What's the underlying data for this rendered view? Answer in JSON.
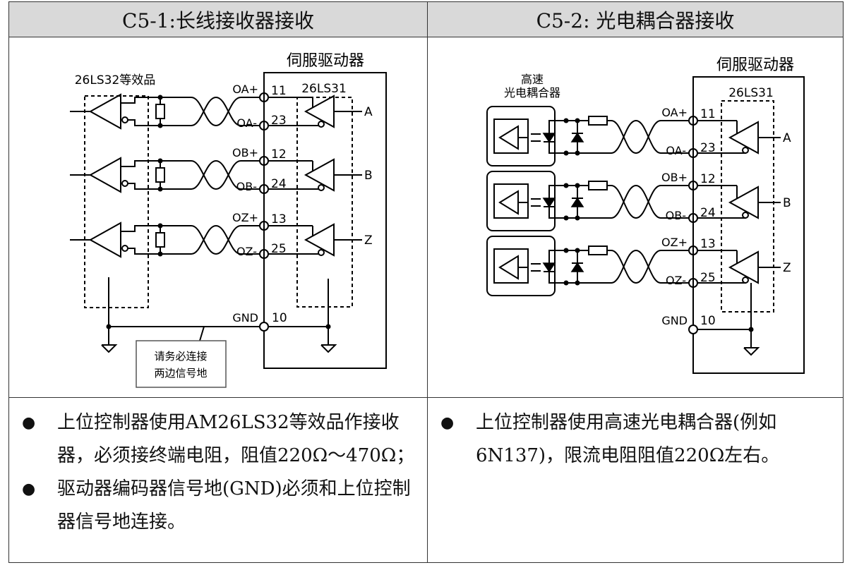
{
  "left": {
    "header": "C5-1:长线接收器接收",
    "diagram": {
      "driver_title": "伺服驱动器",
      "receiver_title": "26LS32等效品",
      "chip": "26LS31",
      "gnd_label": "GND",
      "gnd_pin": "10",
      "callout": [
        "请务必连接",
        "两边信号地"
      ],
      "channels": [
        {
          "plus": "OA+",
          "minus": "OA-",
          "pin_plus": "11",
          "pin_minus": "23",
          "out": "A"
        },
        {
          "plus": "OB+",
          "minus": "OB-",
          "pin_plus": "12",
          "pin_minus": "24",
          "out": "B"
        },
        {
          "plus": "OZ+",
          "minus": "OZ-",
          "pin_plus": "13",
          "pin_minus": "25",
          "out": "Z"
        }
      ]
    },
    "notes": [
      "上位控制器使用AM26LS32等效品作接收器，必须接终端电阻，阻值220Ω～470Ω；",
      "驱动器编码器信号地(GND)必须和上位控制器信号地连接。"
    ]
  },
  "right": {
    "header": "C5-2: 光电耦合器接收",
    "diagram": {
      "driver_title": "伺服驱动器",
      "receiver_title": [
        "高速",
        "光电耦合器"
      ],
      "chip": "26LS31",
      "gnd_label": "GND",
      "gnd_pin": "10",
      "channels": [
        {
          "plus": "OA+",
          "minus": "OA-",
          "pin_plus": "11",
          "pin_minus": "23",
          "out": "A"
        },
        {
          "plus": "OB+",
          "minus": "OB-",
          "pin_plus": "12",
          "pin_minus": "24",
          "out": "B"
        },
        {
          "plus": "OZ+",
          "minus": "OZ-",
          "pin_plus": "13",
          "pin_minus": "25",
          "out": "Z"
        }
      ]
    },
    "notes": [
      "上位控制器使用高速光电耦合器(例如6N137)，限流电阻阻值220Ω左右。"
    ]
  },
  "bullet_glyph": "●"
}
